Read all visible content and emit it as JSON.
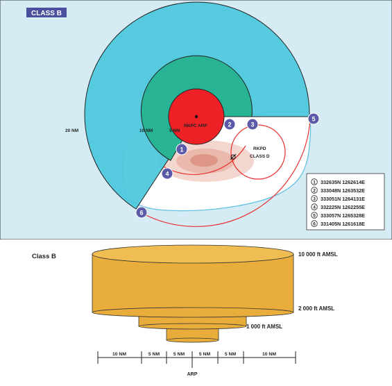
{
  "map": {
    "class_tag": "CLASS B",
    "ring_labels": {
      "outer": "20 NM",
      "middle": "10 NM",
      "inner": "5 NM"
    },
    "airport_label": "RKPC ARP",
    "class_d_label": [
      "RKPD",
      "CLASS D"
    ],
    "colors": {
      "sea": "#d6ecf4",
      "outer_ring": "#4fc8dc",
      "middle_ring": "#27b394",
      "inner_ring": "#ee2127",
      "boundary": "#e8302f",
      "marker": "#5a5aa8",
      "tag_bg": "#4a4f9e"
    },
    "points": [
      {
        "n": "1",
        "coord": "332635N  1262614E"
      },
      {
        "n": "2",
        "coord": "333048N  1263532E"
      },
      {
        "n": "3",
        "coord": "333051N  1264131E"
      },
      {
        "n": "4",
        "coord": "332225N  1262255E"
      },
      {
        "n": "5",
        "coord": "333057N  1265328E"
      },
      {
        "n": "6",
        "coord": "331405N  1261618E"
      }
    ]
  },
  "profile": {
    "title": "Class  B",
    "altitudes": {
      "top": "10 000 ft AMSL",
      "mid": "2 000 ft AMSL",
      "low": "1 000 ft AMSL"
    },
    "scale_labels": [
      "10 NM",
      "5 NM",
      "5 NM",
      "5 NM",
      "5 NM",
      "10 NM"
    ],
    "arp_label": "ARP",
    "color": "#e8ad3b"
  }
}
